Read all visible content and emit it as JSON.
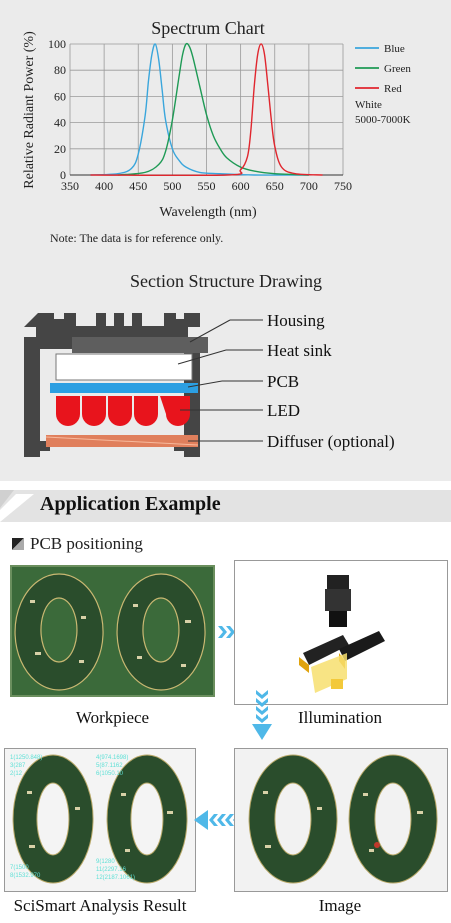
{
  "spectrum": {
    "title": "Spectrum Chart",
    "note": "Note: The data is for reference only."
  },
  "chart_data": {
    "type": "line",
    "title": "Spectrum Chart",
    "xlabel": "Wavelength (nm)",
    "ylabel": "Relative Radiant Power (%)",
    "xlim": [
      350,
      750
    ],
    "ylim": [
      0,
      100
    ],
    "x_ticks": [
      "350",
      "400",
      "450",
      "500",
      "550",
      "600",
      "650",
      "700",
      "750"
    ],
    "y_ticks": [
      "0",
      "20",
      "40",
      "60",
      "80",
      "100"
    ],
    "grid": true,
    "legend_position": "right",
    "legend_extra": [
      "White",
      "5000-7000K"
    ],
    "series": [
      {
        "name": "Blue",
        "color": "#3aa6dc",
        "x": [
          380,
          420,
          440,
          450,
          460,
          465,
          470,
          475,
          480,
          485,
          490,
          500,
          510,
          520,
          540,
          570,
          620,
          700
        ],
        "y": [
          0,
          1,
          5,
          16,
          45,
          72,
          92,
          100,
          88,
          65,
          42,
          20,
          11,
          6,
          2,
          1,
          0,
          0
        ]
      },
      {
        "name": "Green",
        "color": "#1e9a55",
        "x": [
          420,
          460,
          480,
          490,
          500,
          510,
          515,
          520,
          525,
          530,
          540,
          550,
          560,
          570,
          580,
          600,
          620,
          650,
          700
        ],
        "y": [
          0,
          2,
          8,
          18,
          42,
          76,
          92,
          100,
          98,
          90,
          68,
          46,
          30,
          20,
          13,
          6,
          3,
          1,
          0
        ]
      },
      {
        "name": "Red",
        "color": "#e0262e",
        "x": [
          380,
          580,
          600,
          610,
          615,
          620,
          625,
          630,
          635,
          640,
          645,
          650,
          660,
          680,
          720
        ],
        "y": [
          0,
          0,
          4,
          14,
          34,
          68,
          92,
          100,
          92,
          68,
          42,
          22,
          6,
          1,
          0
        ]
      }
    ]
  },
  "structure": {
    "title": "Section Structure Drawing",
    "labels": [
      "Housing",
      "Heat sink",
      "PCB",
      "LED",
      "Diffuser (optional)"
    ]
  },
  "application": {
    "banner": "Application Example",
    "subheading": "PCB positioning",
    "captions": {
      "workpiece": "Workpiece",
      "illumination": "Illumination",
      "result": "SciSmart Analysis Result",
      "image": "Image"
    },
    "overlay_labels": [
      "1(1250.848)",
      "3(287",
      "2(12",
      "4(974.1698)",
      "5(87.1162",
      "6(1050.10",
      "7(1500",
      "8(1532.970",
      "9(1280",
      "11(2297.16",
      "12(2187.1061)"
    ]
  },
  "colors": {
    "panel_bg": "#ebebeb",
    "blue": "#3aa6dc",
    "green": "#1e9a55",
    "red": "#e0262e",
    "pcb_green": "#2e5a2a",
    "arrow": "#4fb8e8"
  }
}
